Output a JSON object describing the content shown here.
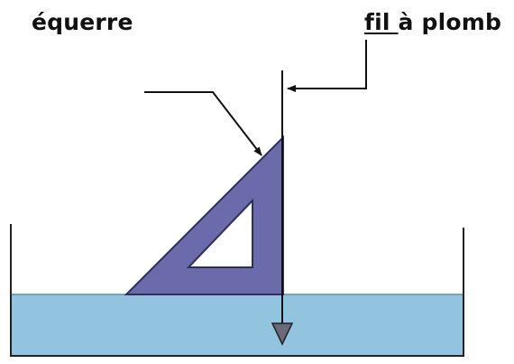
{
  "labels": {
    "equerre": "équerre",
    "fil_word": "fil ",
    "fil_rest": "à plomb"
  },
  "colors": {
    "square_fill": "#6b6bab",
    "square_stroke": "#2f2f5e",
    "water": "#92c4df",
    "container": "#222222",
    "plumb_line": "#111111"
  }
}
